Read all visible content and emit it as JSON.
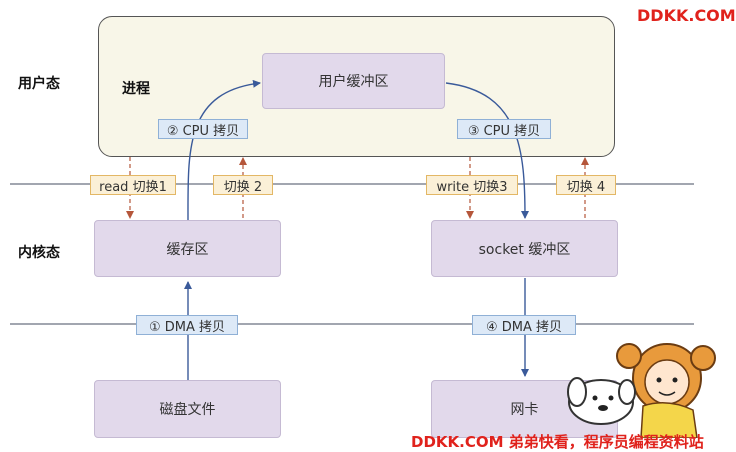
{
  "watermark_top": "DDKK.COM",
  "watermark_bottom": "DDKK.COM 弟弟快看，程序员编程资料站",
  "zones": {
    "user": "用户态",
    "kernel": "内核态"
  },
  "process": {
    "label": "进程"
  },
  "boxes": {
    "user_buffer": "用户缓冲区",
    "kernel_buffer": "缓存区",
    "socket_buffer": "socket 缓冲区",
    "disk_file": "磁盘文件",
    "nic": "网卡"
  },
  "copies": {
    "cpu_copy_1": "② CPU 拷贝",
    "cpu_copy_2": "③ CPU 拷贝",
    "dma_copy_1": "① DMA 拷贝",
    "dma_copy_2": "④ DMA 拷贝"
  },
  "switches": {
    "switch_1": "read 切换1",
    "switch_2": "切换 2",
    "switch_3": "write 切换3",
    "switch_4": "切换 4"
  },
  "colors": {
    "box_fill": "#e2d9eb",
    "process_fill": "#f8f6e8",
    "data_arrow": "#3a5a9a",
    "switch_arrow": "#b5563a",
    "brand": "#e0221c"
  }
}
